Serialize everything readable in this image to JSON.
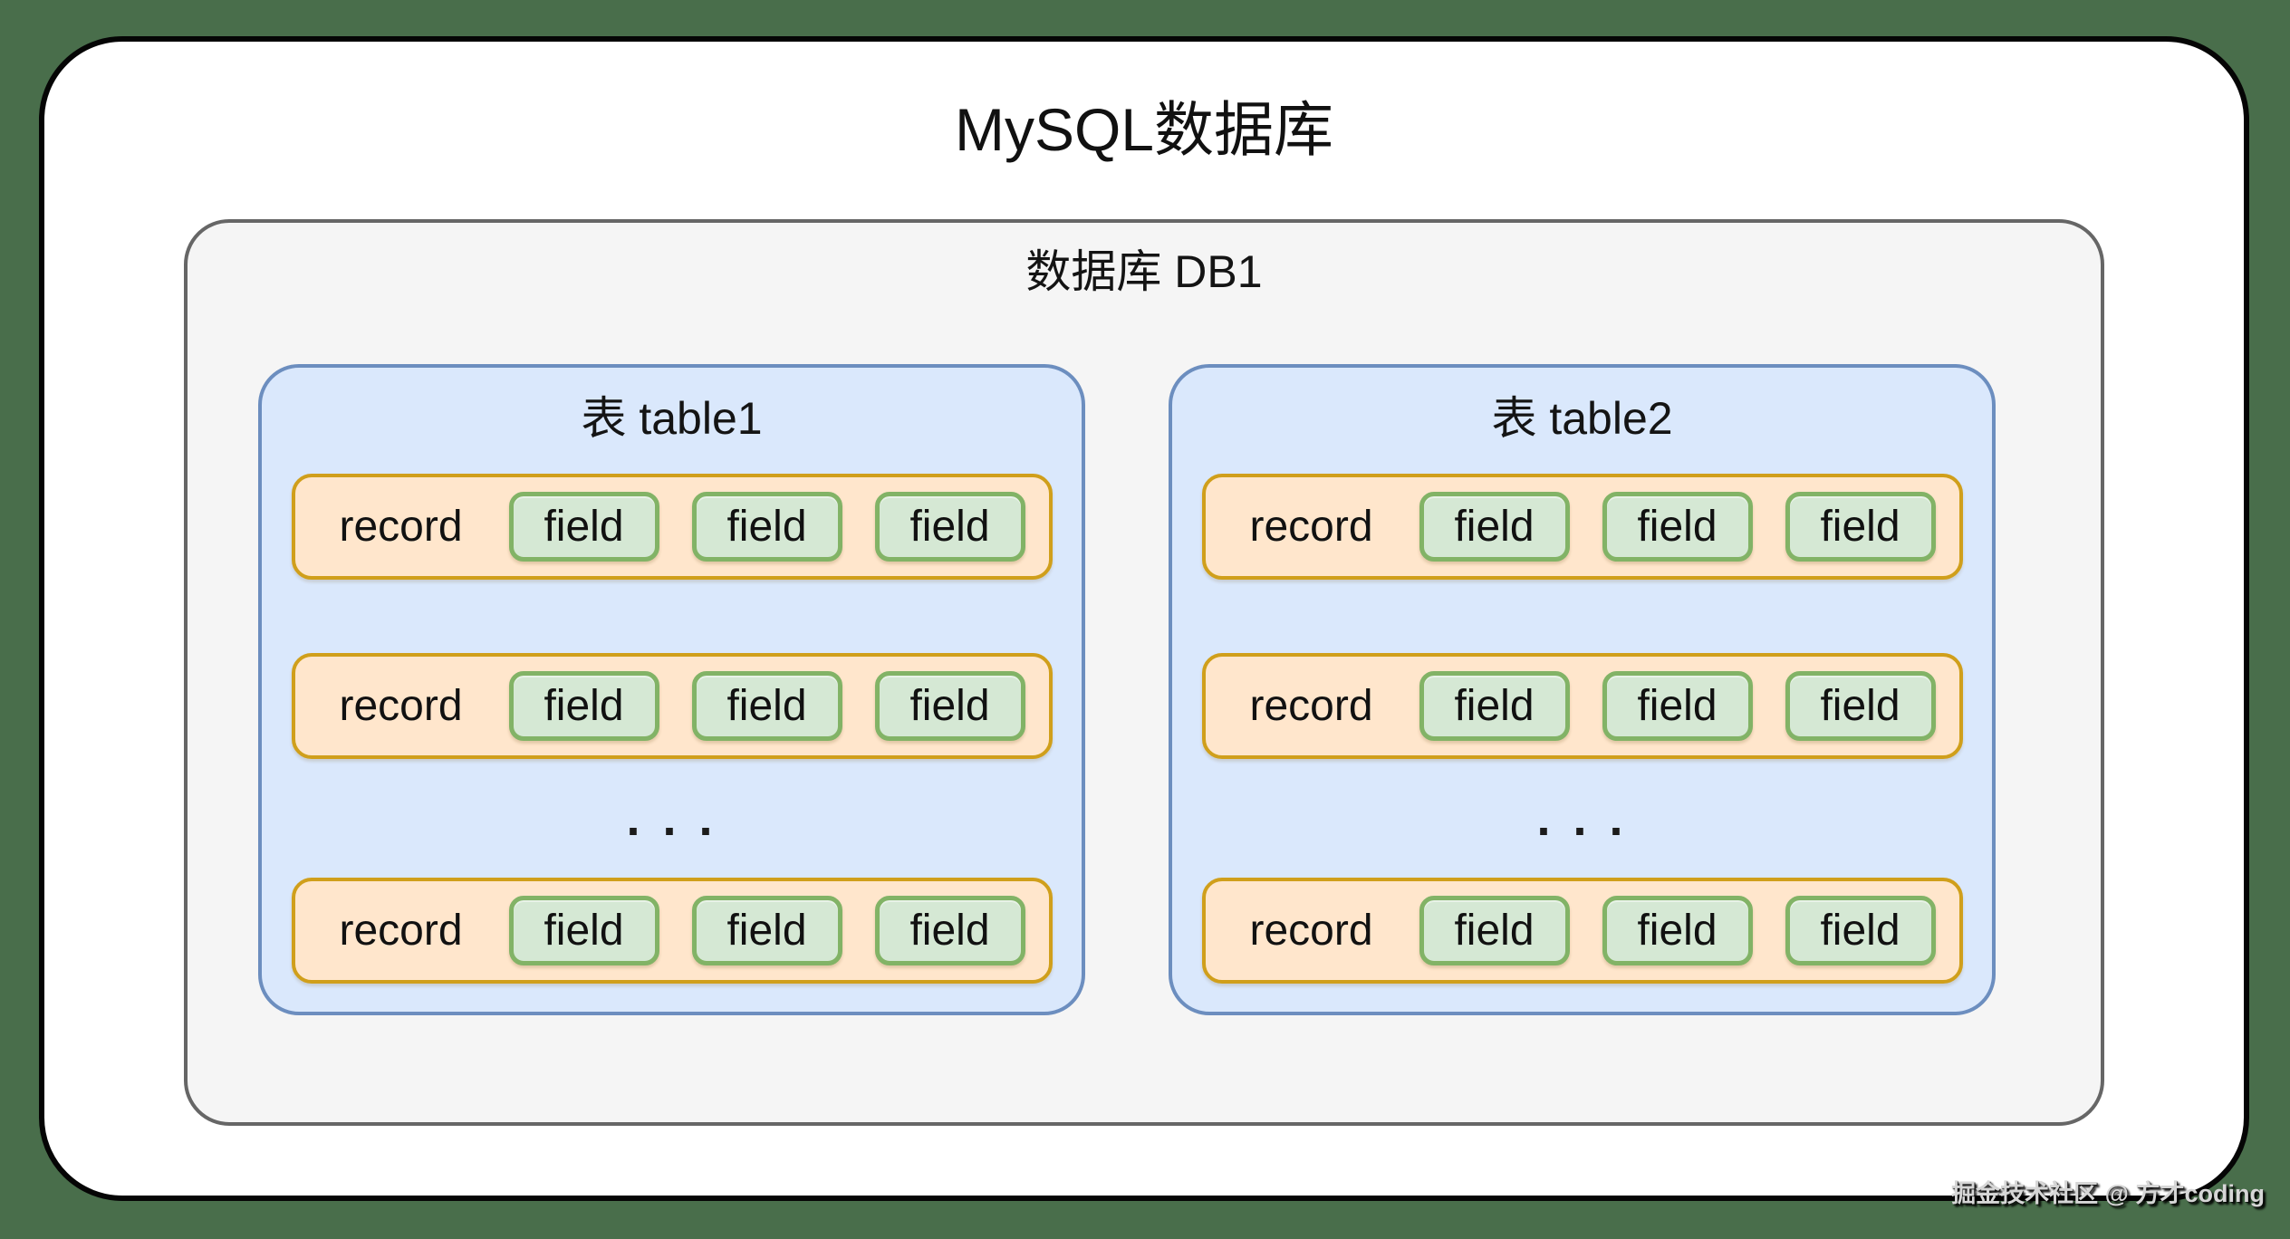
{
  "diagram": {
    "title": "MySQL数据库",
    "database": {
      "label": "数据库 DB1",
      "tables": [
        {
          "label": "表 table1",
          "ellipsis": ". . .",
          "rows": [
            {
              "record": "record",
              "fields": [
                "field",
                "field",
                "field"
              ]
            },
            {
              "record": "record",
              "fields": [
                "field",
                "field",
                "field"
              ]
            },
            {
              "record": "record",
              "fields": [
                "field",
                "field",
                "field"
              ]
            }
          ]
        },
        {
          "label": "表 table2",
          "ellipsis": ". . .",
          "rows": [
            {
              "record": "record",
              "fields": [
                "field",
                "field",
                "field"
              ]
            },
            {
              "record": "record",
              "fields": [
                "field",
                "field",
                "field"
              ]
            },
            {
              "record": "record",
              "fields": [
                "field",
                "field",
                "field"
              ]
            }
          ]
        }
      ]
    }
  },
  "watermark": {
    "text": "掘金技术社区 @ 方才coding"
  },
  "colors": {
    "page_background": "#496e4b",
    "card_background": "#ffffff",
    "card_border": "#050505",
    "db_panel_background": "#f5f5f5",
    "db_panel_border": "#666666",
    "table_panel_background": "#dae8fc",
    "table_panel_border": "#6c8ebf",
    "record_row_background": "#ffe6cc",
    "record_row_border": "#d09f1b",
    "field_background": "#d5e8d4",
    "field_border": "#82b366",
    "text": "#161616",
    "watermark_text": "#d6d6d6"
  }
}
